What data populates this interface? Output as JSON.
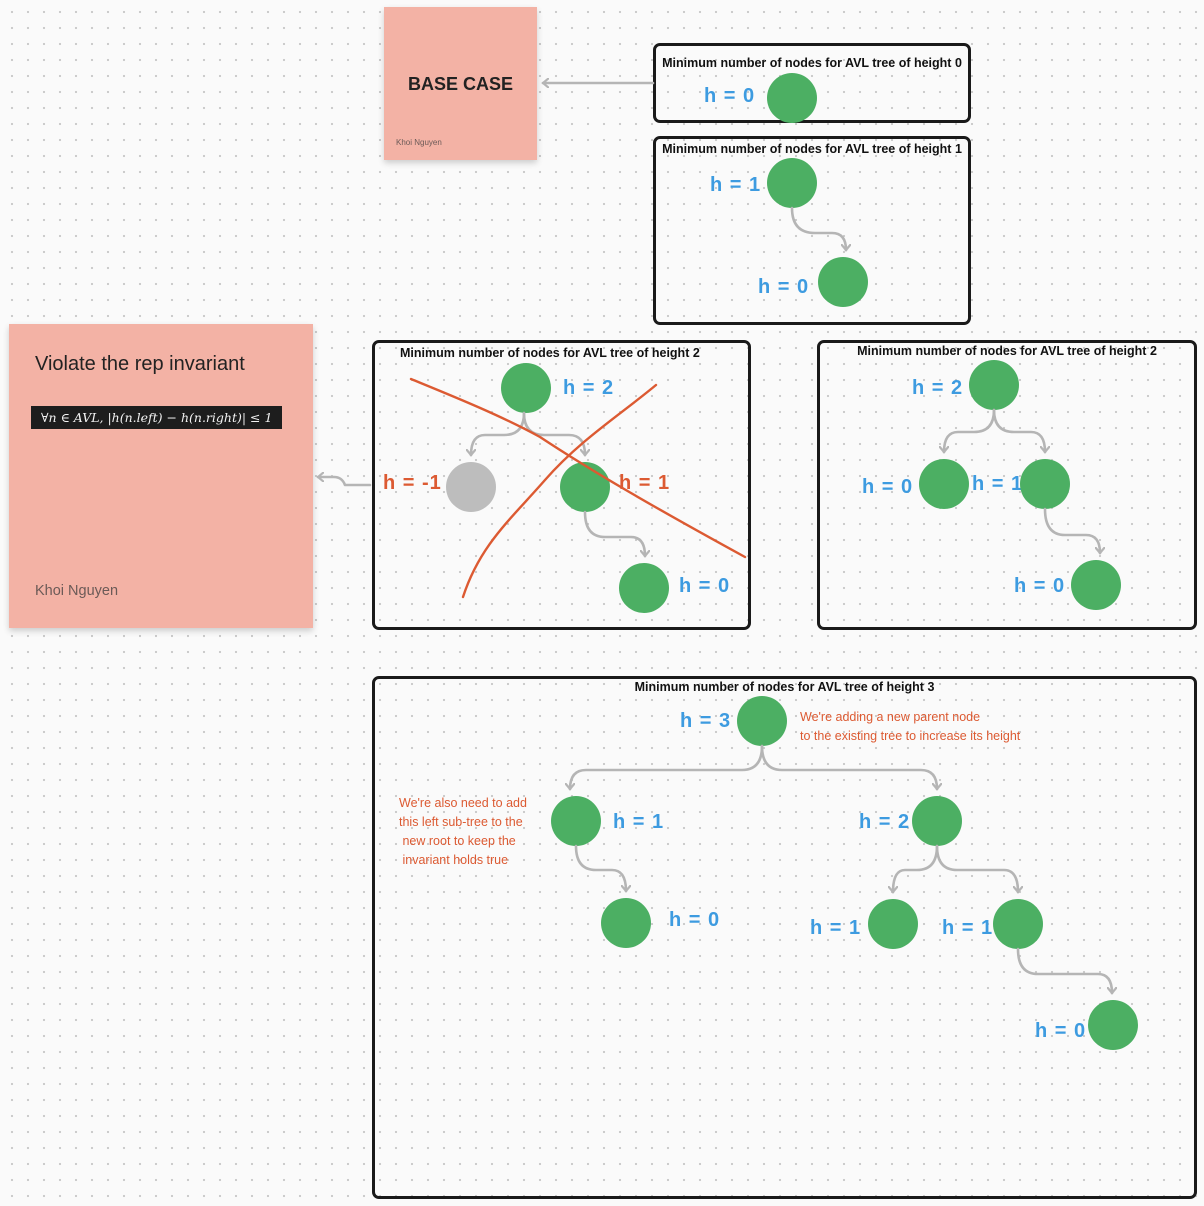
{
  "sticky_base": {
    "title": "BASE CASE",
    "author": "Khoi Nguyen"
  },
  "sticky_violate": {
    "title": "Violate the rep invariant",
    "formula": "∀n ∈ AVL, |h(n.left) − h(n.right)| ≤ 1",
    "author": "Khoi Nguyen"
  },
  "frame_h0": {
    "title": "Minimum number of nodes for AVL tree of height 0",
    "labels": [
      "h = 0"
    ]
  },
  "frame_h1": {
    "title": "Minimum number of nodes for AVL tree of height 1",
    "labels": [
      "h = 1",
      "h = 0"
    ]
  },
  "frame_h2_invalid": {
    "title": "Minimum number of nodes for AVL tree of height 2",
    "labels": [
      "h = 2",
      "h = -1",
      "h = 1",
      "h = 0"
    ]
  },
  "frame_h2_valid": {
    "title": "Minimum number of nodes for AVL tree of height 2",
    "labels": [
      "h = 2",
      "h = 0",
      "h = 1",
      "h = 0"
    ]
  },
  "frame_h3": {
    "title": "Minimum number of nodes for AVL tree of height 3",
    "labels": [
      "h = 3",
      "h = 1",
      "h = 2",
      "h = 0",
      "h = 1",
      "h = 1",
      "h = 0"
    ],
    "note_parent": "We're adding a new parent node\nto the existing tree to increase its height",
    "note_left": "We're also need to add\nthis left sub-tree to the\n new root to keep the\n invariant holds true"
  },
  "colors": {
    "node": "#4caf63",
    "node_disabled": "#bdbdbd",
    "label": "#3d9be0",
    "annotation": "#dc5a32",
    "sticky": "#f3b2a5",
    "connector": "#b5b5b5"
  }
}
